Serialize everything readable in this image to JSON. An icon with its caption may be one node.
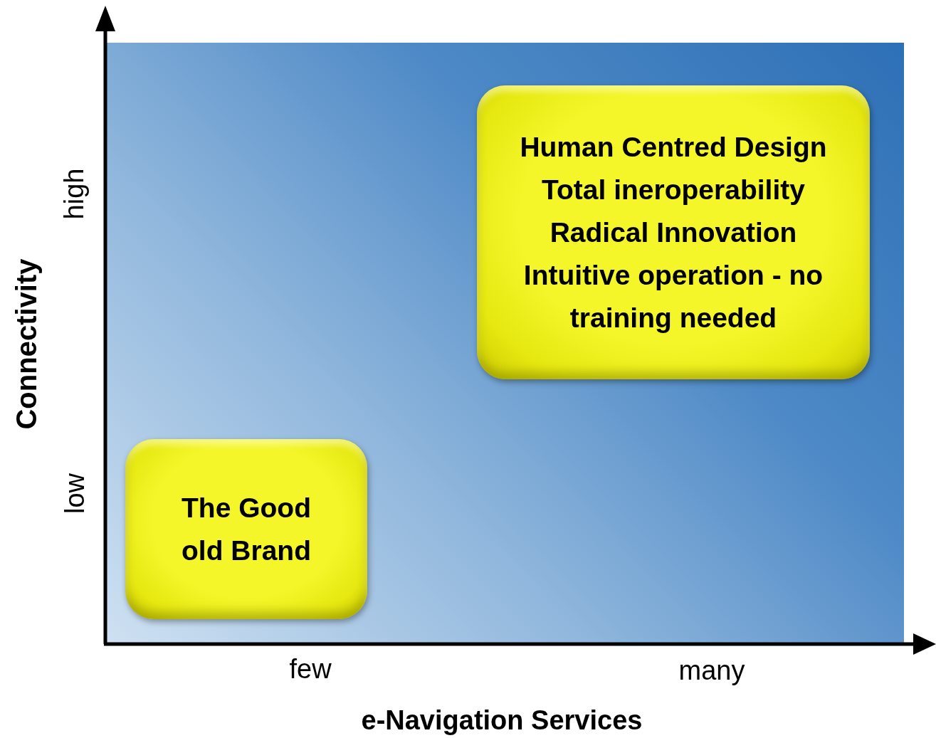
{
  "diagram": {
    "nodes": [
      {
        "text": [
          "Human Centred Design",
          "Total ineroperability",
          "Radical Innovation",
          "Intuitive operation - no training needed"
        ]
      },
      {
        "text": [
          "The Good old Brand"
        ]
      }
    ],
    "labels": [
      "high",
      "low",
      "Connectivity",
      "few",
      "many",
      "e-Navigation Services"
    ]
  }
}
